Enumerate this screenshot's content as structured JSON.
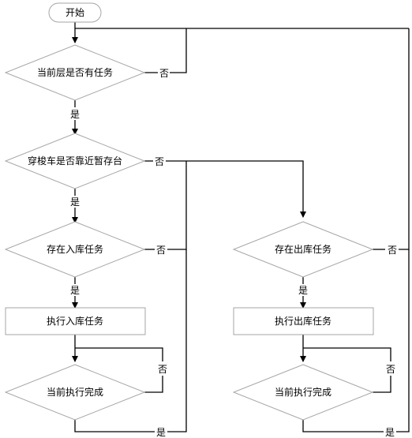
{
  "colors": {
    "line": "#000000",
    "shape_stroke": "#a6a6a6",
    "shape_fill": "#ffffff",
    "text": "#000000"
  },
  "nodes": {
    "start": "开始",
    "d1": "当前层是否有任务",
    "d2": "穿梭车是否靠近暂存台",
    "d3": "存在入库任务",
    "p1": "执行入库任务",
    "d4": "当前执行完成",
    "d5": "存在出库任务",
    "p2": "执行出库任务",
    "d6": "当前执行完成"
  },
  "labels": {
    "yes": "是",
    "no": "否"
  }
}
